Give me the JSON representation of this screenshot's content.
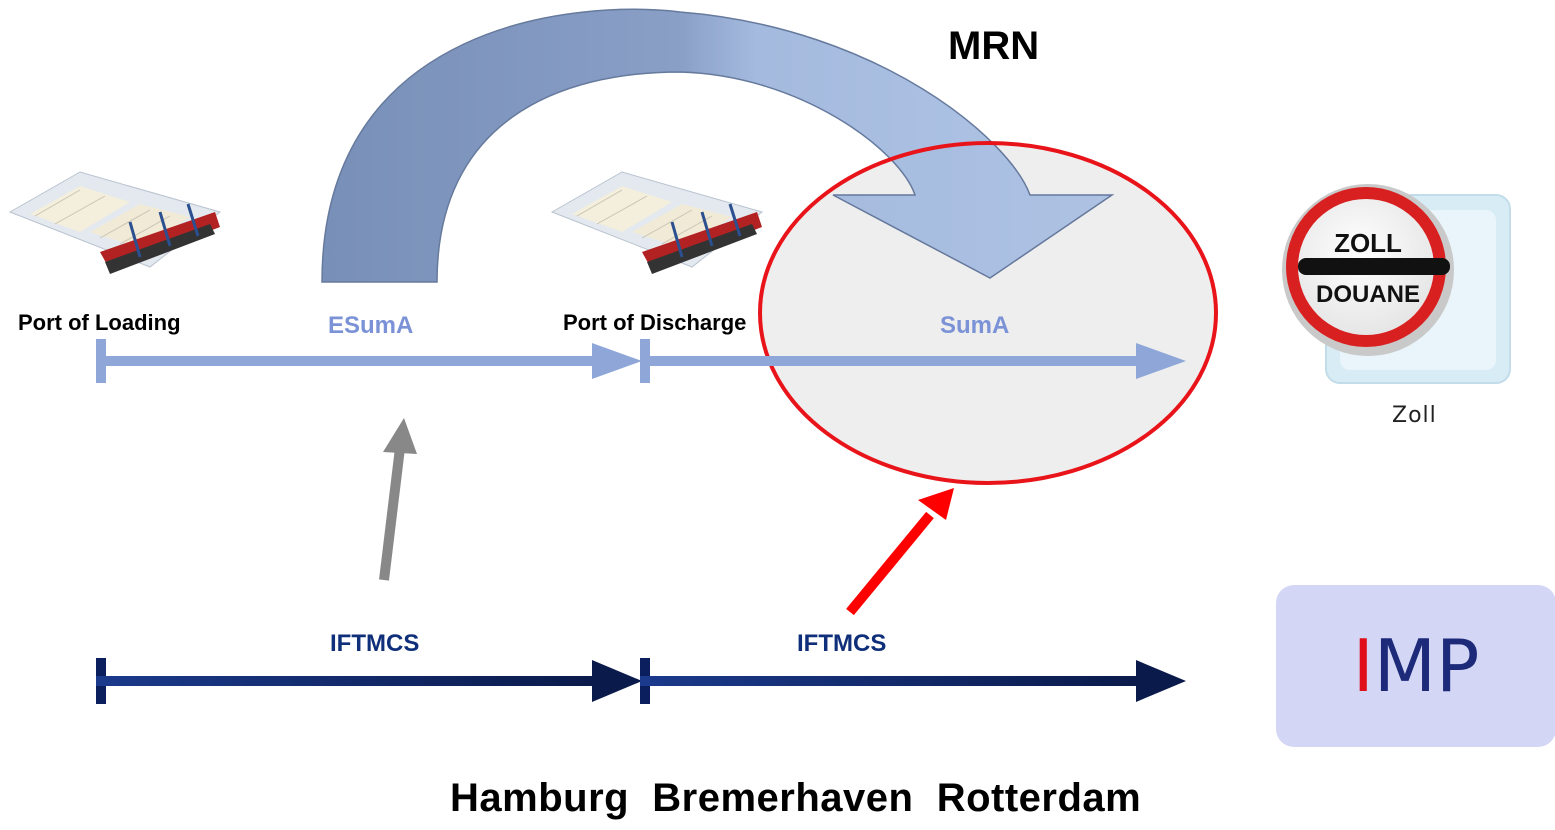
{
  "title": "MRN",
  "ports": {
    "loading": "Port of Loading",
    "discharge": "Port of Discharge"
  },
  "messages": {
    "esuma": "ESumA",
    "suma": "SumA",
    "iftmcs_left": "IFTMCS",
    "iftmcs_right": "IFTMCS"
  },
  "zoll": {
    "sign_top": "ZOLL",
    "sign_bottom": "DOUANE",
    "caption": "Zoll"
  },
  "imp": {
    "first_letter": "I",
    "rest": "MP"
  },
  "cities": "Hamburg  Bremerhaven  Rotterdam",
  "colors": {
    "upper_timeline": "#8ea7d8",
    "lower_timeline": "#0b1f5e",
    "arc_dark": "#6f88b3",
    "arc_light": "#9cb5dc",
    "highlight_ring": "#e8141a",
    "gray_arrow": "#888888",
    "red_arrow": "#ff0000"
  },
  "icons": [
    "container-ship-icon",
    "container-ship-icon",
    "customs-sign-icon"
  ]
}
